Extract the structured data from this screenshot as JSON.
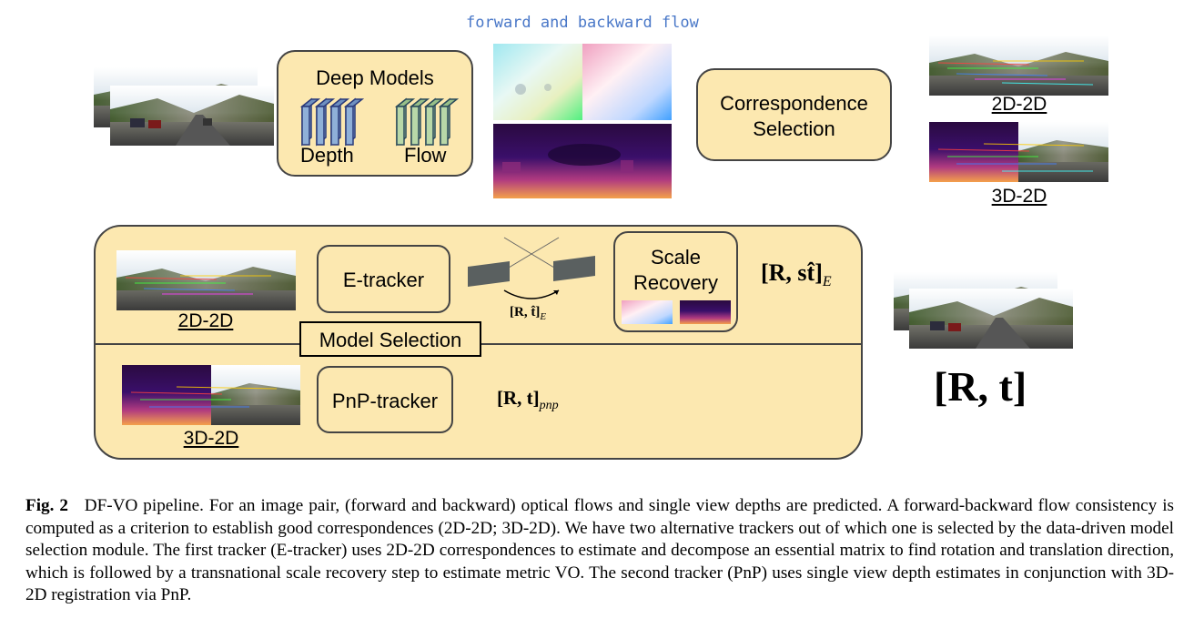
{
  "top": {
    "flow_title": "forward and backward flow",
    "deep_models": {
      "title": "Deep Models",
      "depth_label": "Depth",
      "flow_label": "Flow"
    },
    "correspondence_selection": {
      "line1": "Correspondence",
      "line2": "Selection"
    },
    "corr_2d2d_label": "2D-2D",
    "corr_3d2d_label": "3D-2D"
  },
  "module": {
    "etracker_label": "E-tracker",
    "scale_recovery": {
      "line1": "Scale",
      "line2": "Recovery"
    },
    "model_selection_label": "Model Selection",
    "pnp_tracker_label": "PnP-tracker",
    "label_2d2d": "2D-2D",
    "label_3d2d": "3D-2D",
    "small_rt_e": {
      "main": "[R, t̂]",
      "sub": "E"
    },
    "big_rst_e": {
      "main": "[R, st̂]",
      "sub": "E"
    },
    "rt_pnp": {
      "main": "[R, t]",
      "sub": "pnp"
    }
  },
  "output": {
    "rt_label": "[R, t]"
  },
  "caption": {
    "fig_label": "Fig. 2",
    "text": "DF-VO pipeline. For an image pair, (forward and backward) optical flows and single view depths are predicted. A forward-backward flow consistency is computed as a criterion to establish good correspondences (2D-2D; 3D-2D). We have two alternative trackers out of which one is selected by the data-driven model selection module. The first tracker (E-tracker) uses 2D-2D correspondences to estimate and decompose an essential matrix to find rotation and translation direction, which is followed by a transnational scale recovery step to estimate metric VO. The second tracker (PnP) uses single view depth estimates in conjunction with 3D-2D registration via PnP."
  },
  "colors": {
    "box_fill": "#fce8b0",
    "box_border": "#444444",
    "flow_title": "#4a78c8",
    "depth_cube": "#8fb0d8",
    "flow_cube": "#b8d8a8"
  }
}
